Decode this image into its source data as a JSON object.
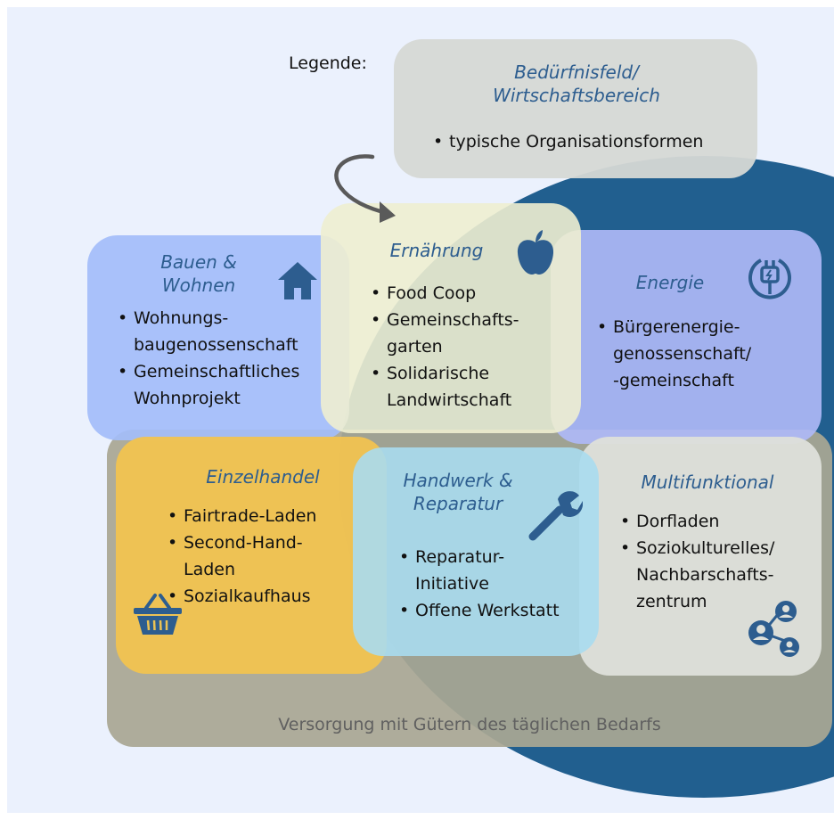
{
  "legend": {
    "label": "Legende:",
    "title_lines": [
      "Bedürfnisfeld/",
      "Wirtschaftsbereich"
    ],
    "items": [
      [
        "typische Organisationsformen"
      ]
    ]
  },
  "boxes": {
    "bauen": {
      "title_lines": [
        "Bauen &",
        "Wohnen"
      ],
      "icon": "house-icon",
      "items": [
        [
          "Wohnungs-",
          "baugenossenschaft"
        ],
        [
          "Gemeinschaftliches",
          "Wohnprojekt"
        ]
      ]
    },
    "ernaehrung": {
      "title_lines": [
        "Ernährung"
      ],
      "icon": "apple-icon",
      "items": [
        [
          "Food Coop"
        ],
        [
          "Gemeinschafts-",
          "garten"
        ],
        [
          "Solidarische",
          "Landwirtschaft"
        ]
      ]
    },
    "energie": {
      "title_lines": [
        "Energie"
      ],
      "icon": "plug-icon",
      "items": [
        [
          "Bürgerenergie-",
          "genossenschaft/",
          "-gemeinschaft"
        ]
      ]
    },
    "einzelhandel": {
      "title_lines": [
        "Einzelhandel"
      ],
      "icon": "basket-icon",
      "items": [
        [
          "Fairtrade-Laden"
        ],
        [
          "Second-Hand-",
          "Laden"
        ],
        [
          "Sozialkaufhaus"
        ]
      ]
    },
    "handwerk": {
      "title_lines": [
        "Handwerk &",
        "Reparatur"
      ],
      "icon": "wrench-icon",
      "items": [
        [
          "Reparatur-",
          "Initiative"
        ],
        [
          "Offene Werkstatt"
        ]
      ]
    },
    "multi": {
      "title_lines": [
        "Multifunktional"
      ],
      "icon": "community-icon",
      "items": [
        [
          "Dorfladen"
        ],
        [
          "Soziokulturelles/",
          "Nachbarschafts-",
          "zentrum"
        ]
      ]
    }
  },
  "versorgung_label": "Versorgung mit Gütern des täglichen Bedarfs",
  "colors": {
    "background": "#ebf1fd",
    "ellipse": "#215f8f",
    "title_text": "#2d5d8f",
    "bauen": "#a3bdf6",
    "ernaehrung": "#eeeed0",
    "energie": "#aeb9f2",
    "einzelhandel": "#ecc353",
    "handwerk": "#a8dcf0",
    "multi": "#dcdfda",
    "versorgung": "#a9a793"
  }
}
